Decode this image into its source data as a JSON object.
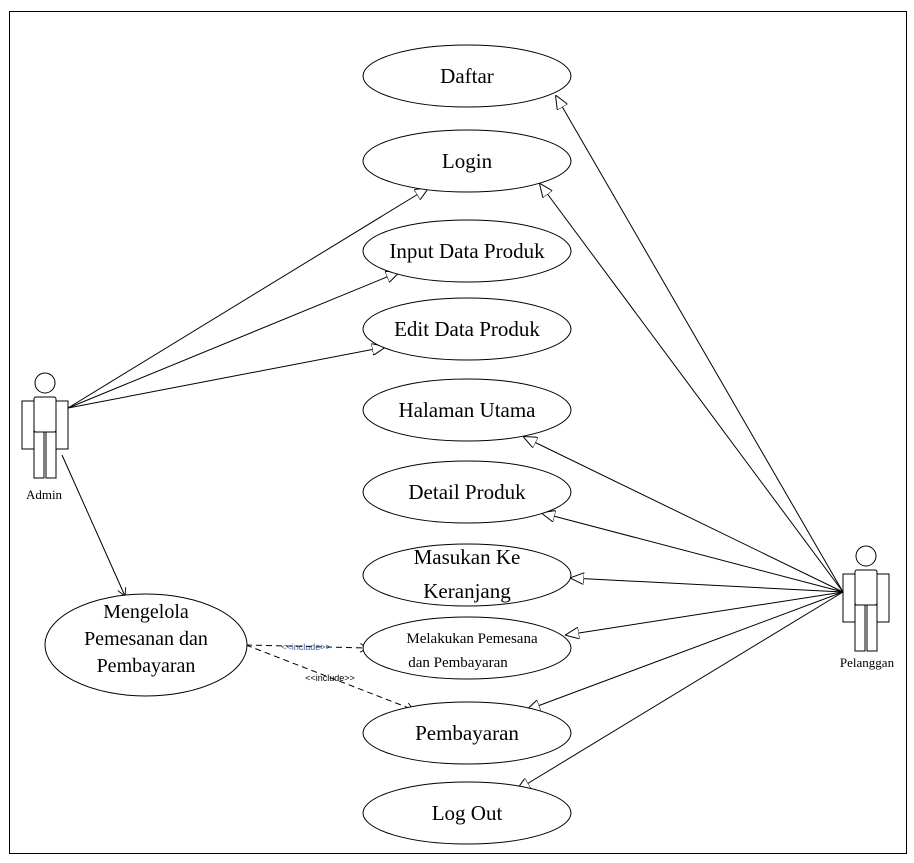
{
  "actors": {
    "admin": {
      "label": "Admin"
    },
    "pelanggan": {
      "label": "Pelanggan"
    }
  },
  "use_cases": {
    "daftar": [
      "Daftar"
    ],
    "login": [
      "Login"
    ],
    "input_data_produk": [
      "Input Data Produk"
    ],
    "edit_data_produk": [
      "Edit Data Produk"
    ],
    "halaman_utama": [
      "Halaman Utama"
    ],
    "detail_produk": [
      "Detail Produk"
    ],
    "masukan_ke_keranjang": [
      "Masukan Ke",
      "Keranjang"
    ],
    "melakukan_pemesanan": [
      "Melakukan Pemesana",
      "dan Pembayaran"
    ],
    "pembayaran": [
      "Pembayaran"
    ],
    "log_out": [
      "Log Out"
    ],
    "mengelola": [
      "Mengelola",
      "Pemesanan dan",
      "Pembayaran"
    ]
  },
  "relations": {
    "include_1": "<<include>>",
    "include_2": "<<include>>"
  },
  "colors": {
    "include_1": "#3b63a8",
    "include_2": "#000000"
  }
}
